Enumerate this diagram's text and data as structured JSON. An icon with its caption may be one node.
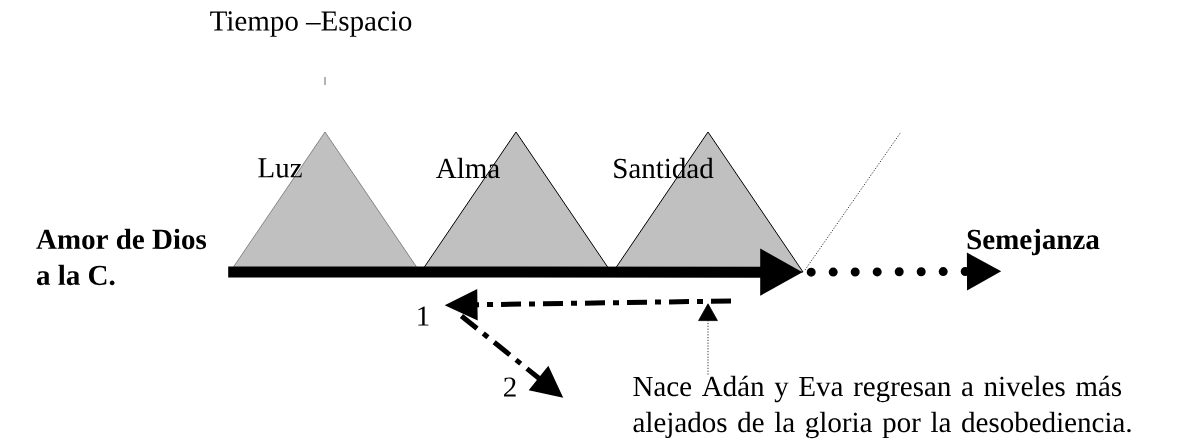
{
  "diagram": {
    "title": "Tiempo –Espacio",
    "nodes": [
      {
        "text": [
          "Amor de Dios a la C."
        ]
      },
      {
        "text": [
          "Luz"
        ]
      },
      {
        "text": [
          "Alma"
        ]
      },
      {
        "text": [
          "Santidad"
        ]
      },
      {
        "text": [
          "Semejanza"
        ]
      },
      {
        "text": [
          "1"
        ]
      },
      {
        "text": [
          "2"
        ]
      },
      {
        "text": [
          "Nace Adán y Eva regresan a niveles más alejados de la gloria por la desobediencia."
        ]
      }
    ],
    "edges": [
      {
        "from": 0,
        "to": 3,
        "arrow": "to",
        "style": "thick"
      },
      {
        "from": 3,
        "to": 4,
        "arrow": "to",
        "style": "dashed"
      },
      {
        "from": null,
        "to": 5,
        "arrow": "to",
        "style": "dashed"
      },
      {
        "from": 5,
        "to": 6,
        "arrow": "to",
        "style": "dashed"
      },
      {
        "from": 7,
        "to": null,
        "arrow": "to",
        "style": "dashed"
      }
    ]
  }
}
